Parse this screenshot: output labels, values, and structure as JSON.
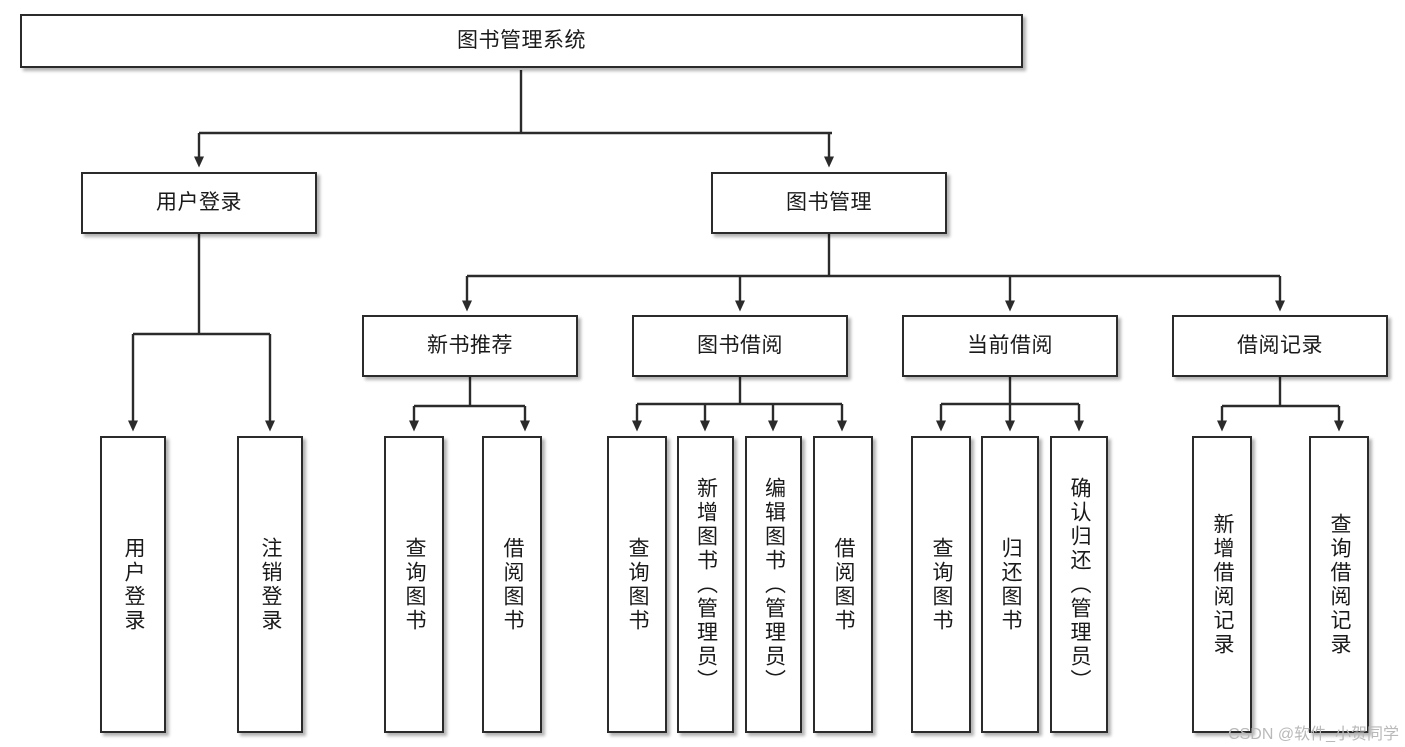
{
  "diagram": {
    "type": "tree-hierarchy",
    "title": "图书管理系统",
    "root": {
      "label": "图书管理系统"
    },
    "level1": [
      {
        "label": "用户登录"
      },
      {
        "label": "图书管理"
      }
    ],
    "level2": [
      {
        "label": "新书推荐"
      },
      {
        "label": "图书借阅"
      },
      {
        "label": "当前借阅"
      },
      {
        "label": "借阅记录"
      }
    ],
    "leaves": {
      "user_login": [
        {
          "label": "用户登录"
        },
        {
          "label": "注销登录"
        }
      ],
      "new_book_recommend": [
        {
          "label": "查询图书"
        },
        {
          "label": "借阅图书"
        }
      ],
      "book_borrow": [
        {
          "label": "查询图书"
        },
        {
          "label": "新增图书（管理员）"
        },
        {
          "label": "编辑图书（管理员）"
        },
        {
          "label": "借阅图书"
        }
      ],
      "current_borrow": [
        {
          "label": "查询图书"
        },
        {
          "label": "归还图书"
        },
        {
          "label": "确认归还（管理员）"
        }
      ],
      "borrow_record": [
        {
          "label": "新增借阅记录"
        },
        {
          "label": "查询借阅记录"
        }
      ]
    }
  },
  "watermark": {
    "text": "CSDN @软件_小贺同学"
  },
  "colors": {
    "border": "#2b2b2b",
    "background": "#ffffff",
    "text": "#1a1a1a",
    "watermark": "#b9b9b9"
  }
}
